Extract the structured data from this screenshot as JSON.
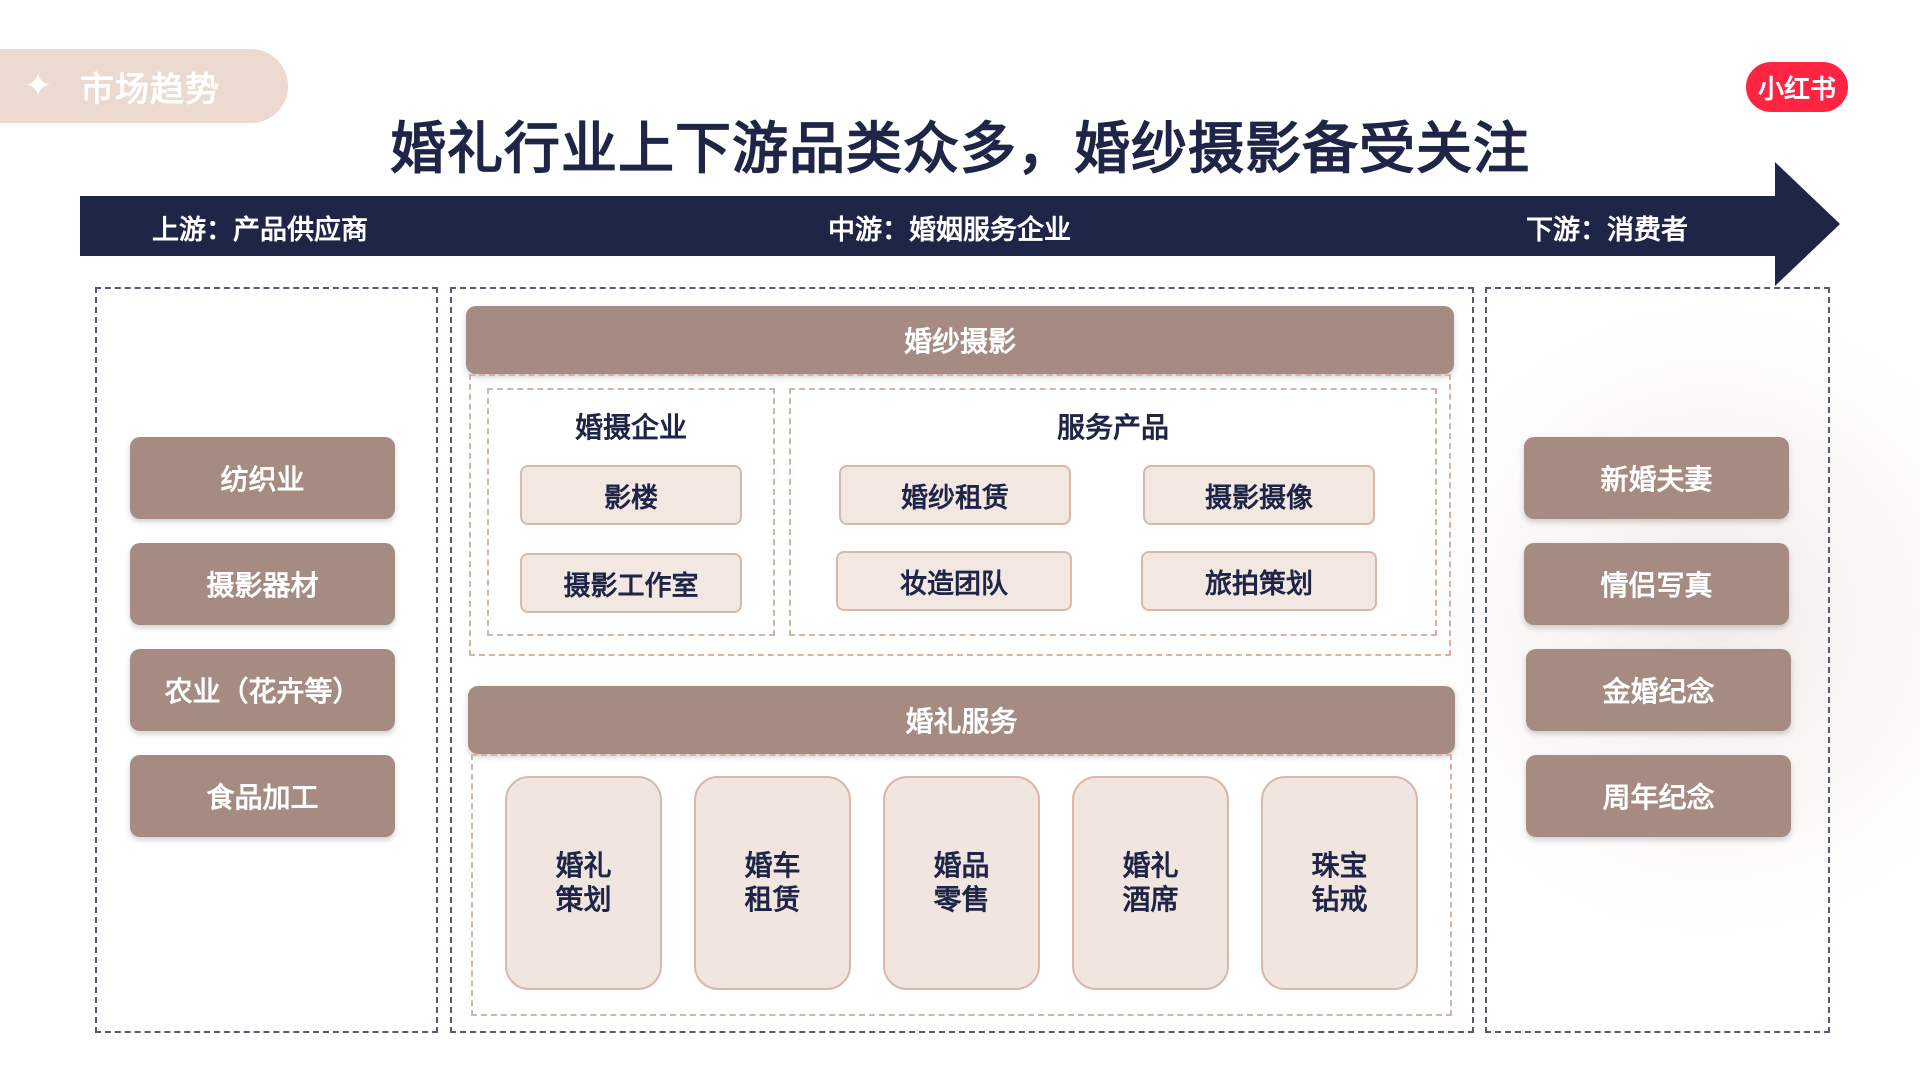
{
  "section_tag": "市场趋势",
  "brand_logo": "小红书",
  "title": "婚礼行业上下游品类众多，婚纱摄影备受关注",
  "flow": {
    "upstream": "上游：产品供应商",
    "midstream": "中游：婚姻服务企业",
    "downstream": "下游：消费者"
  },
  "upstream_items": [
    "纺织业",
    "摄影器材",
    "农业（花卉等）",
    "食品加工"
  ],
  "wedding_photo": {
    "header": "婚纱摄影",
    "companies": {
      "title": "婚摄企业",
      "items": [
        "影楼",
        "摄影工作室"
      ]
    },
    "services": {
      "title": "服务产品",
      "items": [
        "婚纱租赁",
        "摄影摄像",
        "妆造团队",
        "旅拍策划"
      ]
    }
  },
  "wedding_service": {
    "header": "婚礼服务",
    "items": [
      {
        "line1": "婚礼",
        "line2": "策划"
      },
      {
        "line1": "婚车",
        "line2": "租赁"
      },
      {
        "line1": "婚品",
        "line2": "零售"
      },
      {
        "line1": "婚礼",
        "line2": "酒席"
      },
      {
        "line1": "珠宝",
        "line2": "钻戒"
      }
    ]
  },
  "downstream_items": [
    "新婚夫妻",
    "情侣写真",
    "金婚纪念",
    "周年纪念"
  ],
  "colors": {
    "navy": "#1f2547",
    "mauve": "#a58b82",
    "light_pink": "#f3e7e2",
    "tag_bg": "#ecd9d0",
    "logo_red": "#ff2442"
  }
}
